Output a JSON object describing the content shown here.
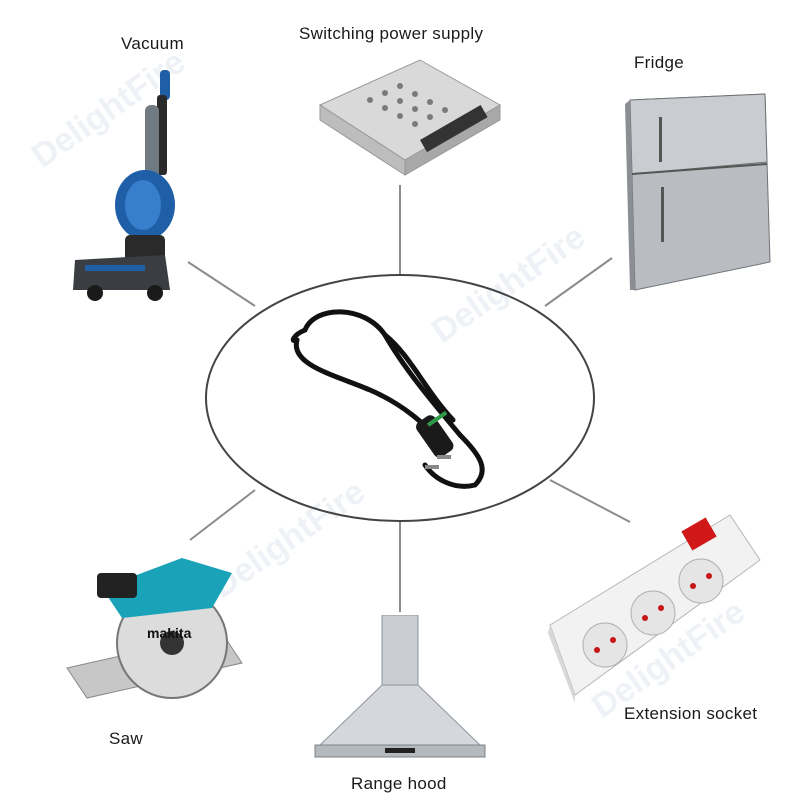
{
  "labels": {
    "vacuum": "Vacuum",
    "power_supply": "Switching power supply",
    "fridge": "Fridge",
    "saw": "Saw",
    "range_hood": "Range hood",
    "extension_socket": "Extension socket"
  },
  "watermark": "DelightFire",
  "colors": {
    "connector_lines": "#8c8c8c",
    "ellipse_border": "#444444",
    "cord": "#111111",
    "vacuum_blue": "#1f5fa8",
    "saw_teal": "#1aa3b8",
    "fridge_silver": "#b9bcc0",
    "socket_red": "#d01818"
  }
}
